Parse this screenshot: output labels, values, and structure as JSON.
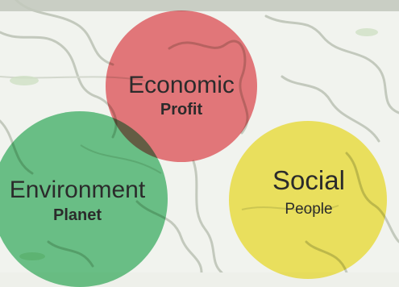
{
  "diagram": {
    "circles": [
      {
        "id": "economic",
        "main": "Economic",
        "sub": "Profit",
        "color": "#ec5f67"
      },
      {
        "id": "environment",
        "main": "Environment",
        "sub": "Planet",
        "color": "#46b96e"
      },
      {
        "id": "social",
        "main": "Social",
        "sub": "People",
        "color": "#f6e74e"
      }
    ]
  },
  "background": {
    "description_color": "#d8dcd2"
  }
}
